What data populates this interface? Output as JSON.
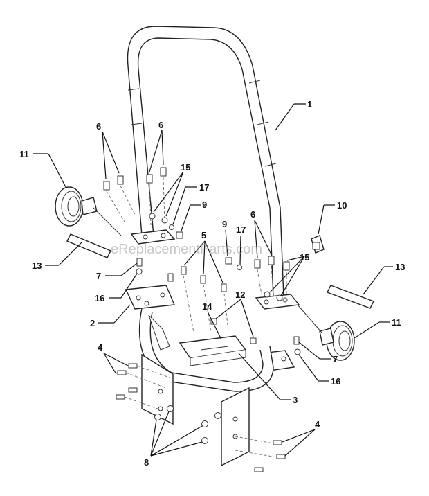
{
  "watermark": "eReplacementParts.com",
  "callouts": {
    "c1": "1",
    "c2": "2",
    "c3": "3",
    "c4_left": "4",
    "c4_right": "4",
    "c5": "5",
    "c6_left_a": "6",
    "c6_left_b": "6",
    "c6_right": "6",
    "c7_left": "7",
    "c7_right": "7",
    "c8": "8",
    "c9_left": "9",
    "c9_right": "9",
    "c10": "10",
    "c11_left": "11",
    "c11_right": "11",
    "c12": "12",
    "c13_left": "13",
    "c13_right": "13",
    "c14": "14",
    "c15_left": "15",
    "c15_right": "15",
    "c16_left": "16",
    "c16_right": "16",
    "c17_left": "17",
    "c17_right": "17"
  }
}
